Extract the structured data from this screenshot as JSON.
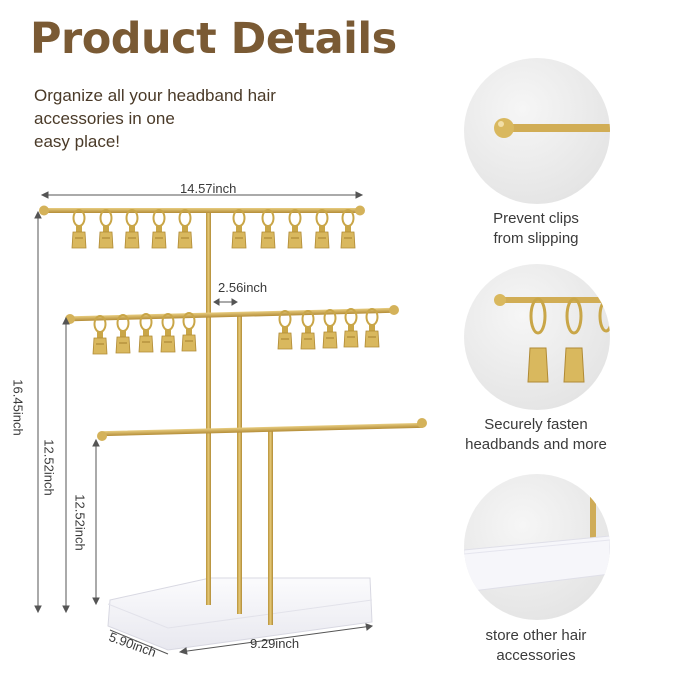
{
  "title": "Product Details",
  "subtitle": {
    "lines": [
      "Organize all your headband hair",
      "accessories in one",
      "easy place!"
    ]
  },
  "dimensions": {
    "top_width": "14.57inch",
    "gap": "2.56inch",
    "total_height": "16.45inch",
    "middle_height": "12.52inch",
    "lower_height": "12.52inch",
    "base_depth": "5.90inch",
    "base_width": "9.29inch"
  },
  "features": [
    {
      "lines": [
        "Prevent clips",
        "from slipping"
      ],
      "icon": "ball-end-rod-icon"
    },
    {
      "lines": [
        "Securely fasten",
        "headbands and more"
      ],
      "icon": "ring-clip-icon"
    },
    {
      "lines": [
        "store other hair",
        "accessories"
      ],
      "icon": "acrylic-base-icon"
    }
  ],
  "colors": {
    "gold": "#c9a648",
    "title_brown": "#7a5a34"
  }
}
